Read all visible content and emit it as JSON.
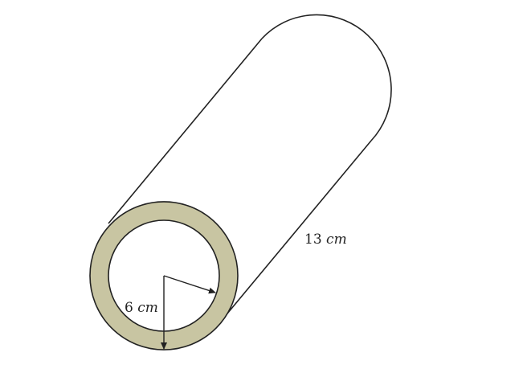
{
  "figure": {
    "length_label": {
      "value": "13",
      "unit": "cm"
    },
    "radius_label": {
      "value": "6",
      "unit": "cm"
    }
  },
  "colors": {
    "ring_fill": "#c8c5a2",
    "stroke": "#222222",
    "background": "#ffffff"
  }
}
